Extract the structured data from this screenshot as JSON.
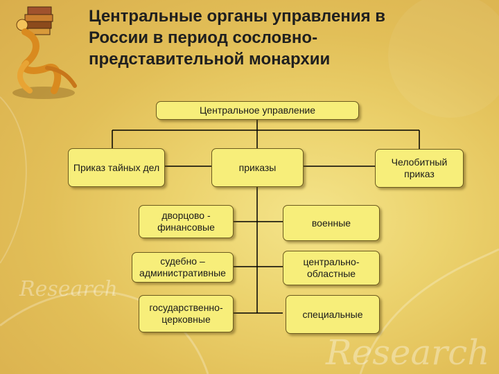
{
  "slide": {
    "title": "Центральные органы управления в России в период сословно-представительной монархии",
    "title_lines": [
      "Центральные органы управления в",
      "России в период  сословно-",
      "представительной монархии"
    ],
    "watermark_1": "Research",
    "watermark_2": "Research"
  },
  "diagram": {
    "root": "Центральное управление",
    "branches": [
      "Приказ тайных дел",
      "приказы",
      "Челобитный приказ"
    ],
    "prikazy_left": [
      "дворцово - финансовые",
      "судебно – административные",
      "государственно-церковные"
    ],
    "prikazy_right": [
      "военные",
      "центрально-областные",
      "специальные"
    ]
  },
  "colors": {
    "box_fill": "#f7ee7a",
    "box_border": "#6b5a1e",
    "line": "#000000"
  }
}
